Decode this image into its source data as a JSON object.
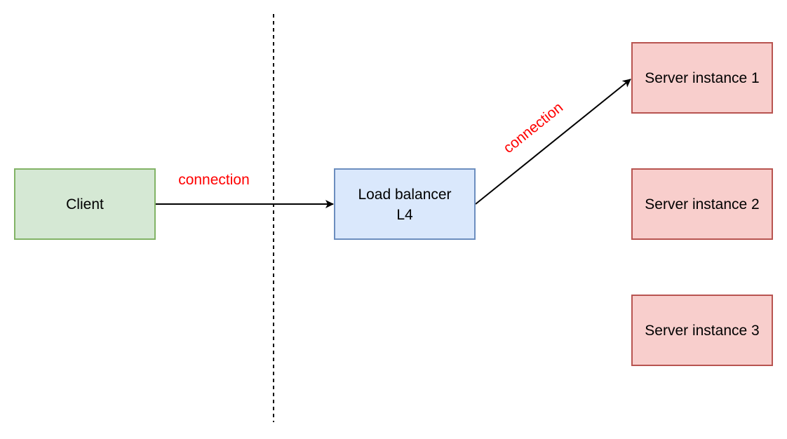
{
  "diagram": {
    "nodes": {
      "client": {
        "label": "Client",
        "fill": "#d5e8d4",
        "stroke": "#82b366"
      },
      "load_balancer": {
        "line1": "Load balancer",
        "line2": "L4",
        "fill": "#dae8fc",
        "stroke": "#6c8ebf"
      },
      "server_1": {
        "label": "Server instance 1",
        "fill": "#f8cecc",
        "stroke": "#b85450"
      },
      "server_2": {
        "label": "Server instance 2",
        "fill": "#f8cecc",
        "stroke": "#b85450"
      },
      "server_3": {
        "label": "Server instance 3",
        "fill": "#f8cecc",
        "stroke": "#b85450"
      }
    },
    "edges": {
      "client_to_lb": {
        "label": "connection"
      },
      "lb_to_server_1": {
        "label": "connection"
      }
    },
    "edge_label_color": "#ff0000",
    "line_color": "#000000"
  }
}
